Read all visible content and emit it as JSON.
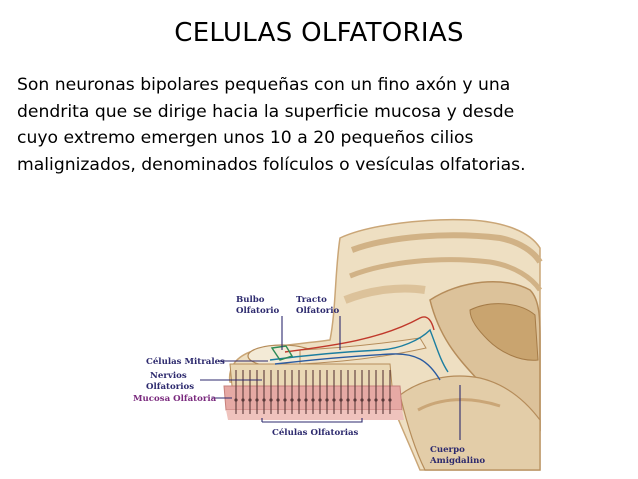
{
  "slide": {
    "title": "CELULAS OLFATORIAS",
    "body_lines": [
      "Son neuronas bipolares pequeñas con un fino axón y una",
      "dendrita que se dirige hacia la superficie mucosa y desde",
      "cuyo extremo emergen unos 10 a 20 pequeños cilios",
      "malignizados, denominados folículos o vesículas olfatorias."
    ]
  },
  "figure": {
    "labels": {
      "bulbo_1": "Bulbo",
      "bulbo_2": "Olfatorio",
      "tracto_1": "Tracto",
      "tracto_2": "Olfatorio",
      "mitrales": "Células Mitrales",
      "nervios_1": "Nervios",
      "nervios_2": "Olfatorios",
      "mucosa": "Mucosa Olfatoria",
      "celulas_olf": "Células  Olfatorias",
      "cuerpo_1": "Cuerpo",
      "cuerpo_2": "Amigdalino"
    },
    "colors": {
      "brain_light": "#eedfc2",
      "brain_mid": "#dcc29a",
      "brain_dark": "#b58c5a",
      "mucosa": "#e6a9a4",
      "leader": "#2d2a6e",
      "nerve": "#1c7ea0"
    }
  }
}
